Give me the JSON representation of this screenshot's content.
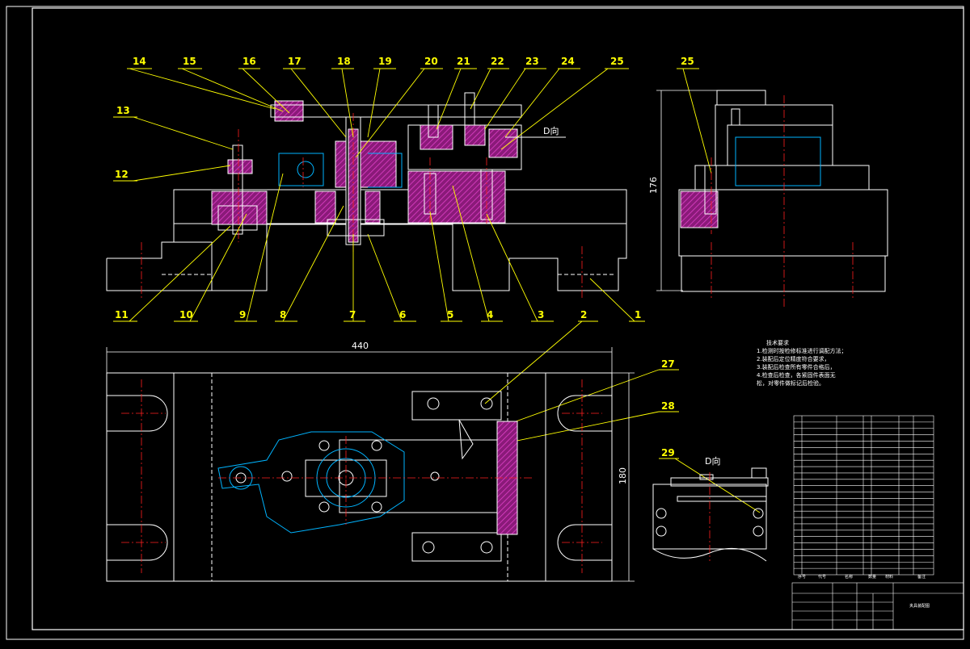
{
  "drawing": {
    "colors": {
      "background": "#000000",
      "outline": "#ffffff",
      "leader": "#ffff00",
      "center_line": "#ff0000",
      "hatch": "#c21fa6",
      "workpiece": "#00b4ff"
    },
    "top_labels": [
      "14",
      "15",
      "16",
      "17",
      "18",
      "19",
      "20",
      "21",
      "22",
      "23",
      "24",
      "25"
    ],
    "left_labels": [
      "13",
      "12"
    ],
    "bottom_labels": [
      "11",
      "10",
      "9",
      "8",
      "7",
      "6",
      "5",
      "4",
      "3",
      "2",
      "1"
    ],
    "side_label": "25",
    "plan_labels": [
      "27",
      "28"
    ],
    "detail_label": "29",
    "dimensions": {
      "width": "440",
      "plan_height": "180",
      "side_height": "176"
    },
    "view_marks": {
      "front": "D向",
      "detail": "D向"
    },
    "notes": {
      "title": "技术要求",
      "lines": [
        "1.检测时按检修标准进行调配方法；",
        "2.装配后定位精度符合要求，",
        "3.装配后检查所有零件合格后，",
        "4.检查后检查，各紧固件表面无",
        "松，对零件做标记后检验。"
      ]
    },
    "title_block": {
      "header": [
        "序号",
        "代号",
        "名称",
        "数量",
        "材料",
        "备注"
      ],
      "drawing_name": "夹具装配图"
    }
  }
}
